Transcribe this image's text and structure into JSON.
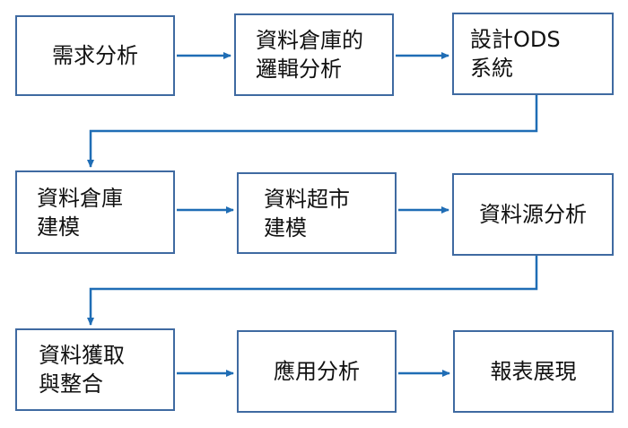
{
  "diagram": {
    "colors": {
      "box_border": "#3f6aa1",
      "arrow": "#1f6db5",
      "text": "#111111"
    },
    "steps": [
      {
        "lines": [
          "需求分析"
        ]
      },
      {
        "lines": [
          "資料倉庫的",
          "邏輯分析"
        ]
      },
      {
        "lines": [
          "設計ODS",
          "系統"
        ]
      },
      {
        "lines": [
          "資料倉庫",
          "建模"
        ]
      },
      {
        "lines": [
          "資料超市",
          "建模"
        ]
      },
      {
        "lines": [
          "資料源分析"
        ]
      },
      {
        "lines": [
          "資料獲取",
          "與整合"
        ]
      },
      {
        "lines": [
          "應用分析"
        ]
      },
      {
        "lines": [
          "報表展現"
        ]
      }
    ]
  }
}
